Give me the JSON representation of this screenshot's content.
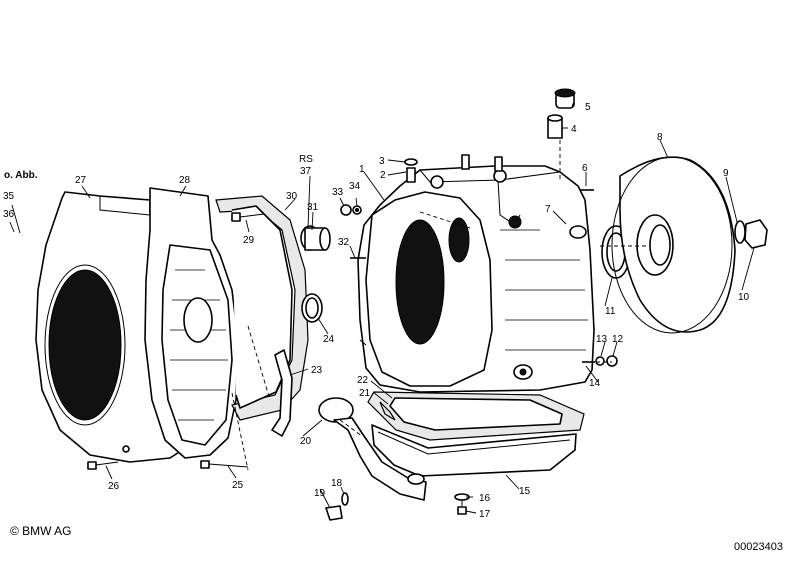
{
  "note_label": "o. Abb.",
  "rs_label": "RS",
  "copyright": "© BMW AG",
  "drawing_id": "00023403",
  "callouts": [
    "1",
    "2",
    "3",
    "4",
    "5",
    "6",
    "7",
    "8",
    "9",
    "10",
    "11",
    "12",
    "13",
    "14",
    "15",
    "16",
    "17",
    "18",
    "19",
    "20",
    "21",
    "22",
    "23",
    "24",
    "25",
    "26",
    "27",
    "28",
    "29",
    "30",
    "31",
    "32",
    "33",
    "34",
    "35",
    "36",
    "37"
  ]
}
